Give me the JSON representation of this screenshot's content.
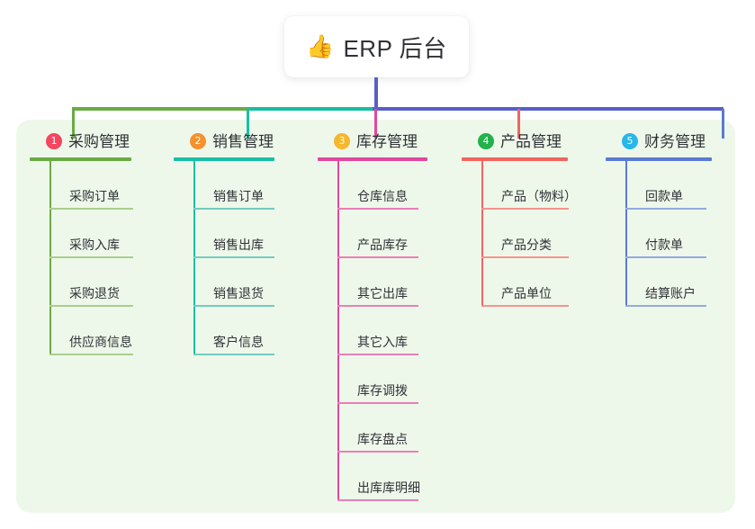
{
  "root": {
    "icon": "thumbs-up-icon",
    "icon_glyph": "👍",
    "title": "ERP 后台"
  },
  "panel": {
    "background": "#eef8ea"
  },
  "connector": {
    "stem_color": "#5a5fc7",
    "segments": [
      {
        "name": "bus-green",
        "color": "#6aab44"
      },
      {
        "name": "bus-teal",
        "color": "#17bfa4"
      },
      {
        "name": "bus-blue",
        "color": "#5a5fc7"
      }
    ]
  },
  "columns": [
    {
      "number": "1",
      "title": "采购管理",
      "badge_color": "#f2475f",
      "line_color": "#6aab44",
      "leaf_line_color": "#a9cf8e",
      "items": [
        "采购订单",
        "采购入库",
        "采购退货",
        "供应商信息"
      ]
    },
    {
      "number": "2",
      "title": "销售管理",
      "badge_color": "#f5912e",
      "line_color": "#17bfa4",
      "leaf_line_color": "#72ccbe",
      "items": [
        "销售订单",
        "销售出库",
        "销售退货",
        "客户信息"
      ]
    },
    {
      "number": "3",
      "title": "库存管理",
      "badge_color": "#f5b72e",
      "line_color": "#e0489c",
      "leaf_line_color": "#ea7fb8",
      "items": [
        "仓库信息",
        "产品库存",
        "其它出库",
        "其它入库",
        "库存调拨",
        "库存盘点",
        "出库库明细"
      ]
    },
    {
      "number": "4",
      "title": "产品管理",
      "badge_color": "#22b24c",
      "line_color": "#f2645e",
      "leaf_line_color": "#f4938d",
      "items": [
        "产品（物料）",
        "产品分类",
        "产品单位"
      ]
    },
    {
      "number": "5",
      "title": "财务管理",
      "badge_color": "#29b6e8",
      "line_color": "#5a7bd0",
      "leaf_line_color": "#93aadf",
      "items": [
        "回款单",
        "付款单",
        "结算账户"
      ]
    }
  ]
}
